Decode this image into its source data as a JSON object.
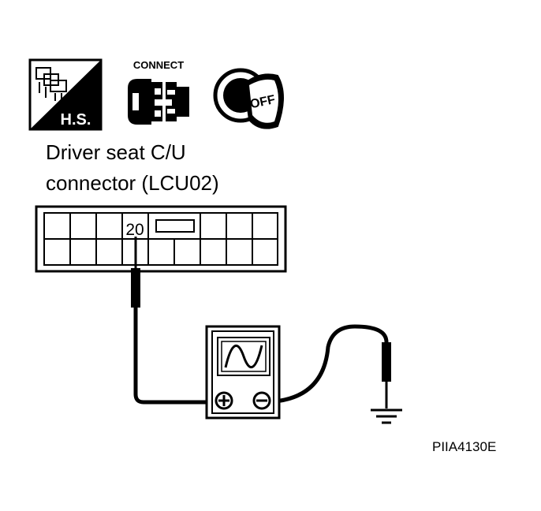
{
  "icons": {
    "harness_label": "H.S.",
    "connect_label": "CONNECT",
    "ignition_label": "OFF"
  },
  "connector": {
    "title_line1": "Driver seat C/U",
    "title_line2": "connector (LCU02)",
    "terminal": "20"
  },
  "instrument": {
    "type": "oscilloscope",
    "positive": "+",
    "negative": "−"
  },
  "figure_code": "PIIA4130E"
}
